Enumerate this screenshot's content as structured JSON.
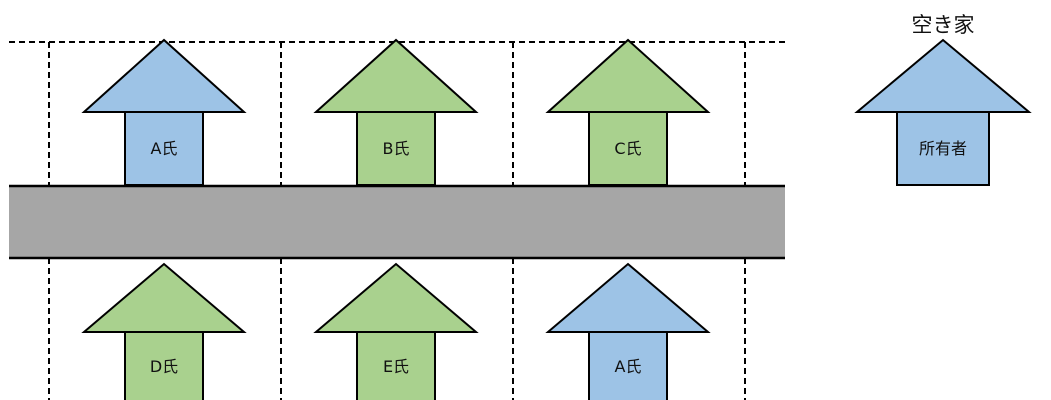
{
  "colors": {
    "vacant": "#9dc3e6",
    "occupied": "#a9d18e",
    "road": "#a6a6a6",
    "stroke": "#000000"
  },
  "legend": {
    "title": "空き家",
    "house_label": "所有者",
    "status": "vacant"
  },
  "upper_row": [
    {
      "label": "A氏",
      "status": "vacant"
    },
    {
      "label": "B氏",
      "status": "occupied"
    },
    {
      "label": "C氏",
      "status": "occupied"
    }
  ],
  "lower_row": [
    {
      "label": "D氏",
      "status": "occupied"
    },
    {
      "label": "E氏",
      "status": "occupied"
    },
    {
      "label": "A氏",
      "status": "vacant"
    }
  ]
}
